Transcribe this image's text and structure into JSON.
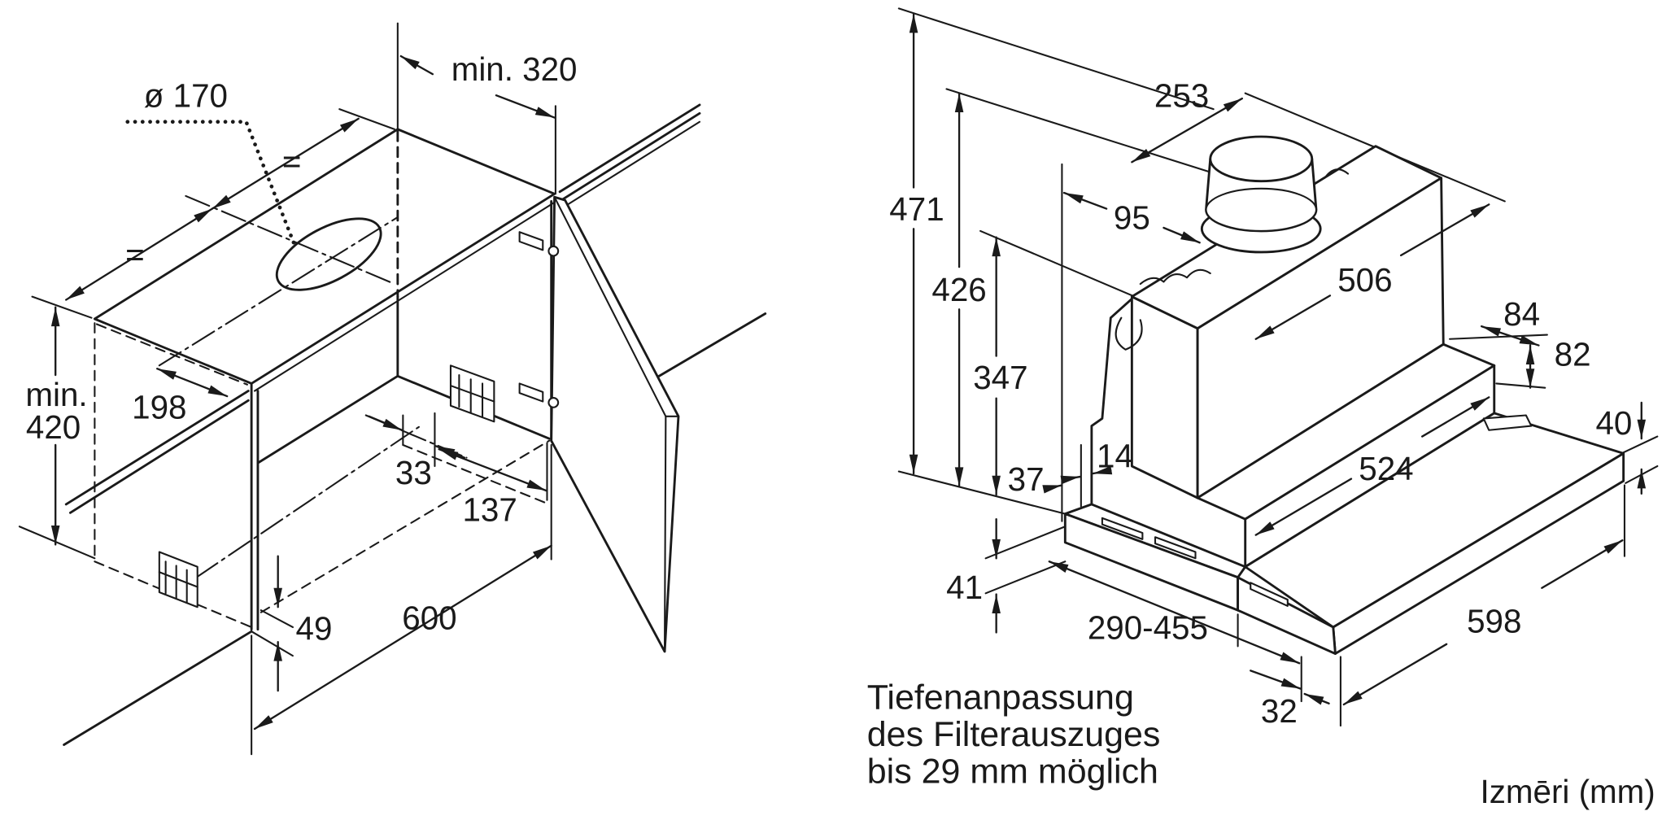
{
  "left_view": {
    "diameter": "ø 170",
    "min_320": "min. 320",
    "equal_back": "=",
    "equal_front": "=",
    "min_420_line1": "min.",
    "min_420_line2": "420",
    "dim_198": "198",
    "dim_33": "33",
    "dim_137": "137",
    "dim_49": "49",
    "dim_600": "600"
  },
  "right_view": {
    "dim_253": "253",
    "dim_95": "95",
    "dim_471": "471",
    "dim_426": "426",
    "dim_347": "347",
    "dim_506": "506",
    "dim_84": "84",
    "dim_82": "82",
    "dim_40": "40",
    "dim_524": "524",
    "dim_37": "37",
    "dim_14": "14",
    "dim_41": "41",
    "dim_290_455": "290-455",
    "dim_598": "598",
    "dim_32": "32"
  },
  "note": [
    "Tiefenanpassung",
    "des Filterauszuges",
    "bis 29 mm möglich"
  ],
  "units": "Izmēri (mm)",
  "colors": {
    "line": "#1a1a1a",
    "background": "#ffffff"
  }
}
